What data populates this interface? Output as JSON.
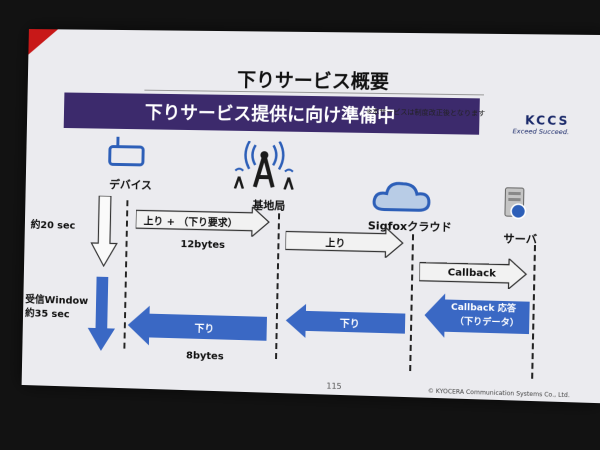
{
  "slide": {
    "title": "下りサービス概要",
    "banner": "下りサービス提供に向け準備中",
    "note": "※本サービスは制度改正後となります",
    "logo": {
      "name": "KCCS",
      "tagline": "Exceed Succeed."
    },
    "page_number": "115",
    "copyright": "© KYOCERA Communication Systems Co., Ltd."
  },
  "actors": [
    {
      "id": "device",
      "label": "デバイス",
      "icon": "device-icon"
    },
    {
      "id": "base-station",
      "label": "基地局",
      "icon": "antenna-tower-icon"
    },
    {
      "id": "cloud",
      "label": "Sigfoxクラウド",
      "icon": "cloud-icon"
    },
    {
      "id": "server",
      "label": "サーバ",
      "icon": "server-icon"
    }
  ],
  "timing": {
    "wait_label": "約20 sec",
    "window_label_line1": "受信Window",
    "window_label_line2": "約35 sec"
  },
  "messages": {
    "uplink_request": "上り + （下り要求）",
    "uplink_size": "12bytes",
    "uplink": "上り",
    "callback": "Callback",
    "callback_response_line1": "Callback 応答",
    "callback_response_line2": "（下りデータ）",
    "downlink_cloud": "下り",
    "downlink_station": "下り",
    "downlink_size": "8bytes"
  },
  "colors": {
    "banner": "#3c2a6c",
    "downlink_arrow": "#3a68c4",
    "uplink_arrow": "#f2f2f2",
    "corner": "#c81818"
  }
}
